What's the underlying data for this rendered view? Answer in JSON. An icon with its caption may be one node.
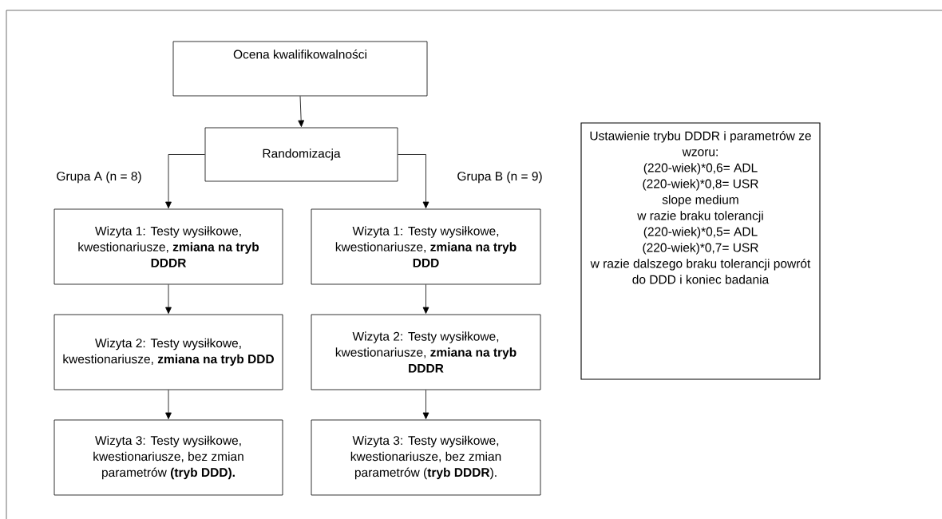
{
  "diagram": {
    "nodes": [
      {
        "text": [
          "Ocena kwalifikowalności"
        ]
      },
      {
        "text": [
          "Randomizacja"
        ]
      },
      {
        "text": [
          "Wizyta 1: Testy wysiłkowe, kwestionariusze, **zmiana na tryb DDDR**"
        ]
      },
      {
        "text": [
          "Wizyta 1: Testy wysiłkowe, kwestionariusze, **zmiana na tryb DDD**"
        ]
      },
      {
        "text": [
          "Wizyta 2: Testy wysiłkowe, kwestionariusze, **zmiana na tryb DDD**"
        ]
      },
      {
        "text": [
          "Wizyta 2: Testy wysiłkowe, kwestionariusze, **zmiana na tryb DDDR**"
        ]
      },
      {
        "text": [
          "Wizyta 3: Testy wysiłkowe, kwestionariusze, bez zmian parametrów **(tryb DDD).**"
        ]
      },
      {
        "text": [
          "Wizyta 3: Testy wysiłkowe, kwestionariusze, bez zmian parametrów (**tryb DDDR**)."
        ]
      },
      {
        "text": [
          "Ustawienie trybu DDDR i parametrów ze wzoru:",
          "(220-wiek)*0,6= ADL",
          "(220-wiek)*0,8= USR",
          "slope medium",
          "w razie braku tolerancji",
          "(220-wiek)*0,5= ADL",
          "(220-wiek)*0,7= USR",
          "w razie dalszego braku tolerancji powrót do DDD i koniec badania"
        ]
      }
    ],
    "edges": [
      {
        "from": 0,
        "to": 1,
        "arrow": "to"
      },
      {
        "from": 1,
        "to": 2,
        "arrow": "to",
        "label": "Grupa A (n = 8)"
      },
      {
        "from": 1,
        "to": 3,
        "arrow": "to",
        "label": "Grupa B (n = 9)"
      },
      {
        "from": 2,
        "to": 4,
        "arrow": "to"
      },
      {
        "from": 4,
        "to": 6,
        "arrow": "to"
      },
      {
        "from": 3,
        "to": 5,
        "arrow": "to"
      },
      {
        "from": 5,
        "to": 7,
        "arrow": "to"
      }
    ]
  }
}
